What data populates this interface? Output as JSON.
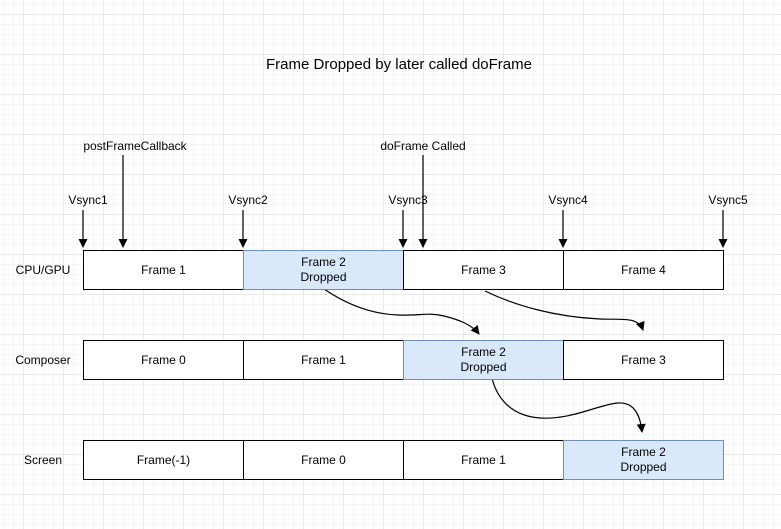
{
  "title": "Frame Dropped by later called doFrame",
  "colors": {
    "highlight_fill": "#dae8fc",
    "highlight_border": "#6c8ebf",
    "box_border": "#000000",
    "grid_minor": "#f5f5f5",
    "grid_major": "#e9e9e9"
  },
  "callouts": [
    {
      "label": "postFrameCallback"
    },
    {
      "label": "doFrame Called"
    }
  ],
  "vsyncs": [
    {
      "label": "Vsync1"
    },
    {
      "label": "Vsync2"
    },
    {
      "label": "Vsync3"
    },
    {
      "label": "Vsync4"
    },
    {
      "label": "Vsync5"
    }
  ],
  "rows": [
    {
      "label": "CPU/GPU",
      "cells": [
        {
          "text": "Frame 1",
          "highlight": false
        },
        {
          "text": "Frame 2\nDropped",
          "highlight": true
        },
        {
          "text": "Frame 3",
          "highlight": false
        },
        {
          "text": "Frame 4",
          "highlight": false
        }
      ]
    },
    {
      "label": "Composer",
      "cells": [
        {
          "text": "Frame 0",
          "highlight": false
        },
        {
          "text": "Frame 1",
          "highlight": false
        },
        {
          "text": "Frame 2\nDropped",
          "highlight": true
        },
        {
          "text": "Frame 3",
          "highlight": false
        }
      ]
    },
    {
      "label": "Screen",
      "cells": [
        {
          "text": "Frame(-1)",
          "highlight": false
        },
        {
          "text": "Frame 0",
          "highlight": false
        },
        {
          "text": "Frame 1",
          "highlight": false
        },
        {
          "text": "Frame 2\nDropped",
          "highlight": true
        }
      ]
    }
  ]
}
